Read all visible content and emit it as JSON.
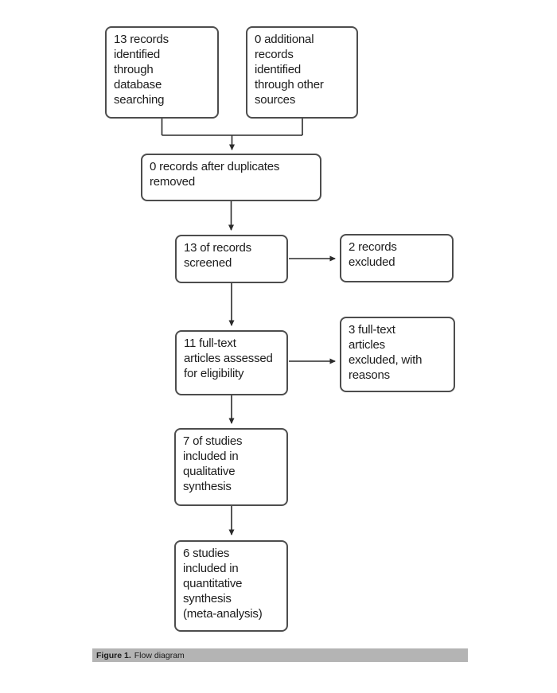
{
  "colors": {
    "box_border": "#4d4d4d",
    "box_fill": "#ffffff",
    "text": "#1c1c1c",
    "arrow": "#2b2b2b",
    "caption_bar": "#b4b4b4"
  },
  "caption": {
    "label": "Figure 1.",
    "text": "Flow diagram"
  },
  "flow": {
    "boxes": [
      {
        "id": "identified-database",
        "text": "13 records\nidentified\nthrough\ndatabase\nsearching"
      },
      {
        "id": "additional-sources",
        "text": "0 additional\nrecords\nidentified\nthrough other\nsources"
      },
      {
        "id": "after-duplicates",
        "text": "0 records after duplicates\nremoved"
      },
      {
        "id": "screened",
        "text": "13 of records\nscreened"
      },
      {
        "id": "records-excluded",
        "text": "2 records\nexcluded"
      },
      {
        "id": "fulltext-assessed",
        "text": "11 full-text\narticles assessed\nfor eligibility"
      },
      {
        "id": "fulltext-excluded",
        "text": "3 full-text\narticles\nexcluded, with\nreasons"
      },
      {
        "id": "qualitative-synthesis",
        "text": "7 of studies\nincluded in\nqualitative\nsynthesis"
      },
      {
        "id": "quantitative-synthesis",
        "text": "6 studies\nincluded in\nquantitative\nsynthesis\n(meta-analysis)"
      }
    ]
  }
}
